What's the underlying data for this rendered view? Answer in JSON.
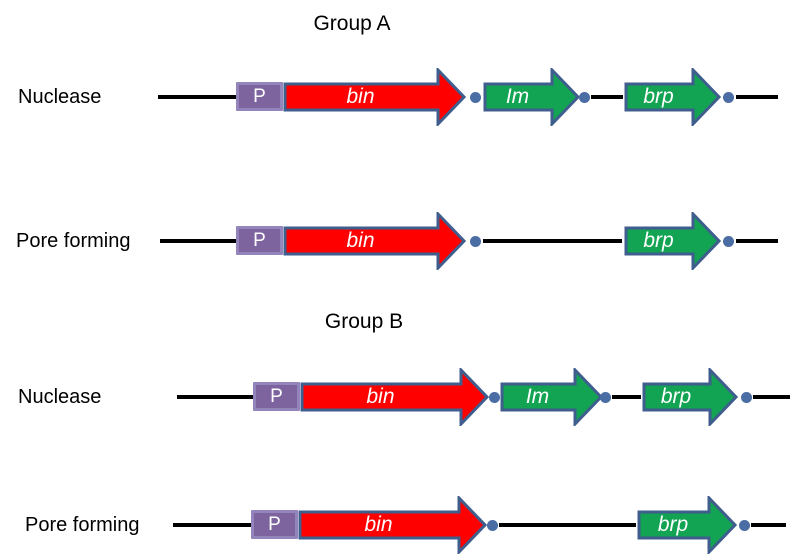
{
  "colors": {
    "text": "#000000",
    "line": "#000000",
    "gene_label": "#ffffff",
    "promoter_fill": "#7d649f",
    "promoter_border": "#9384bb",
    "bin_fill": "#fe0000",
    "accessory_fill": "#12a452",
    "arrow_outline": "#3f5e8e",
    "terminator_fill": "#4a6da3"
  },
  "groups": [
    {
      "title": "Group A",
      "rows": [
        {
          "label": "Nuclease",
          "promoter": "P",
          "gene_bin": "bin",
          "gene_im": "Im",
          "gene_brp": "brp"
        },
        {
          "label": "Pore forming",
          "promoter": "P",
          "gene_bin": "bin",
          "gene_brp": "brp"
        }
      ]
    },
    {
      "title": "Group B",
      "rows": [
        {
          "label": "Nuclease",
          "promoter": "P",
          "gene_bin": "bin",
          "gene_im": "Im",
          "gene_brp": "brp"
        },
        {
          "label": "Pore forming",
          "promoter": "P",
          "gene_bin": "bin",
          "gene_brp": "brp"
        }
      ]
    }
  ]
}
